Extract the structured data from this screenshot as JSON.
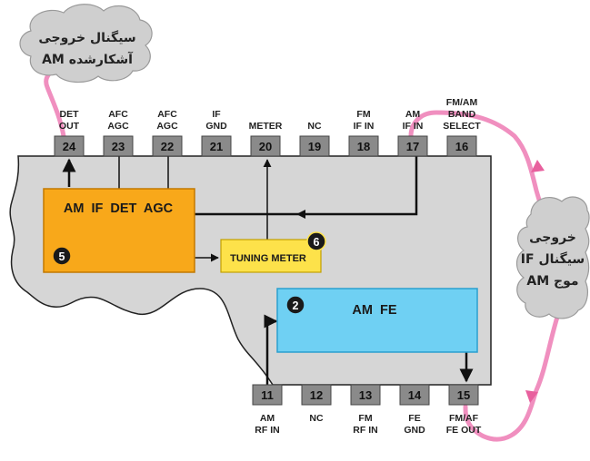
{
  "top_pins": [
    {
      "num": "24",
      "label": [
        "DET",
        "OUT"
      ]
    },
    {
      "num": "23",
      "label": [
        "AFC",
        "AGC"
      ]
    },
    {
      "num": "22",
      "label": [
        "AFC",
        "AGC"
      ]
    },
    {
      "num": "21",
      "label": [
        "IF",
        "GND"
      ]
    },
    {
      "num": "20",
      "label": [
        "METER"
      ]
    },
    {
      "num": "19",
      "label": [
        "NC"
      ]
    },
    {
      "num": "18",
      "label": [
        "FM",
        "IF IN"
      ]
    },
    {
      "num": "17",
      "label": [
        "AM",
        "IF IN"
      ]
    },
    {
      "num": "16",
      "label": [
        "FM/AM",
        "BAND",
        "SELECT"
      ]
    }
  ],
  "bottom_pins": [
    {
      "num": "11",
      "label": [
        "AM",
        "RF IN"
      ]
    },
    {
      "num": "12",
      "label": [
        "NC"
      ]
    },
    {
      "num": "13",
      "label": [
        "FM",
        "RF IN"
      ]
    },
    {
      "num": "14",
      "label": [
        "FE",
        "GND"
      ]
    },
    {
      "num": "15",
      "label": [
        "FM/AF",
        "FE OUT"
      ]
    }
  ],
  "blocks": {
    "am_if": {
      "label": "AM  IF  DET  AGC",
      "badge": "5"
    },
    "tuning": {
      "label": "TUNING METER",
      "badge": "6"
    },
    "am_fe": {
      "label": "AM  FE",
      "badge": "2"
    }
  },
  "clouds": {
    "left": [
      "سیگنال خروجی",
      "آشکارشده AM"
    ],
    "right": [
      "خروجی",
      "سیگنال IF",
      "موج AM"
    ]
  },
  "colors": {
    "chip": "#d6d6d6",
    "pin": "#8a8a8a",
    "am_if_block": "#f8a81a",
    "tuning_block": "#fde24a",
    "am_fe_block": "#6fd0f3",
    "signal_path": "#f08fbf",
    "badge": "#1a1a1a"
  }
}
